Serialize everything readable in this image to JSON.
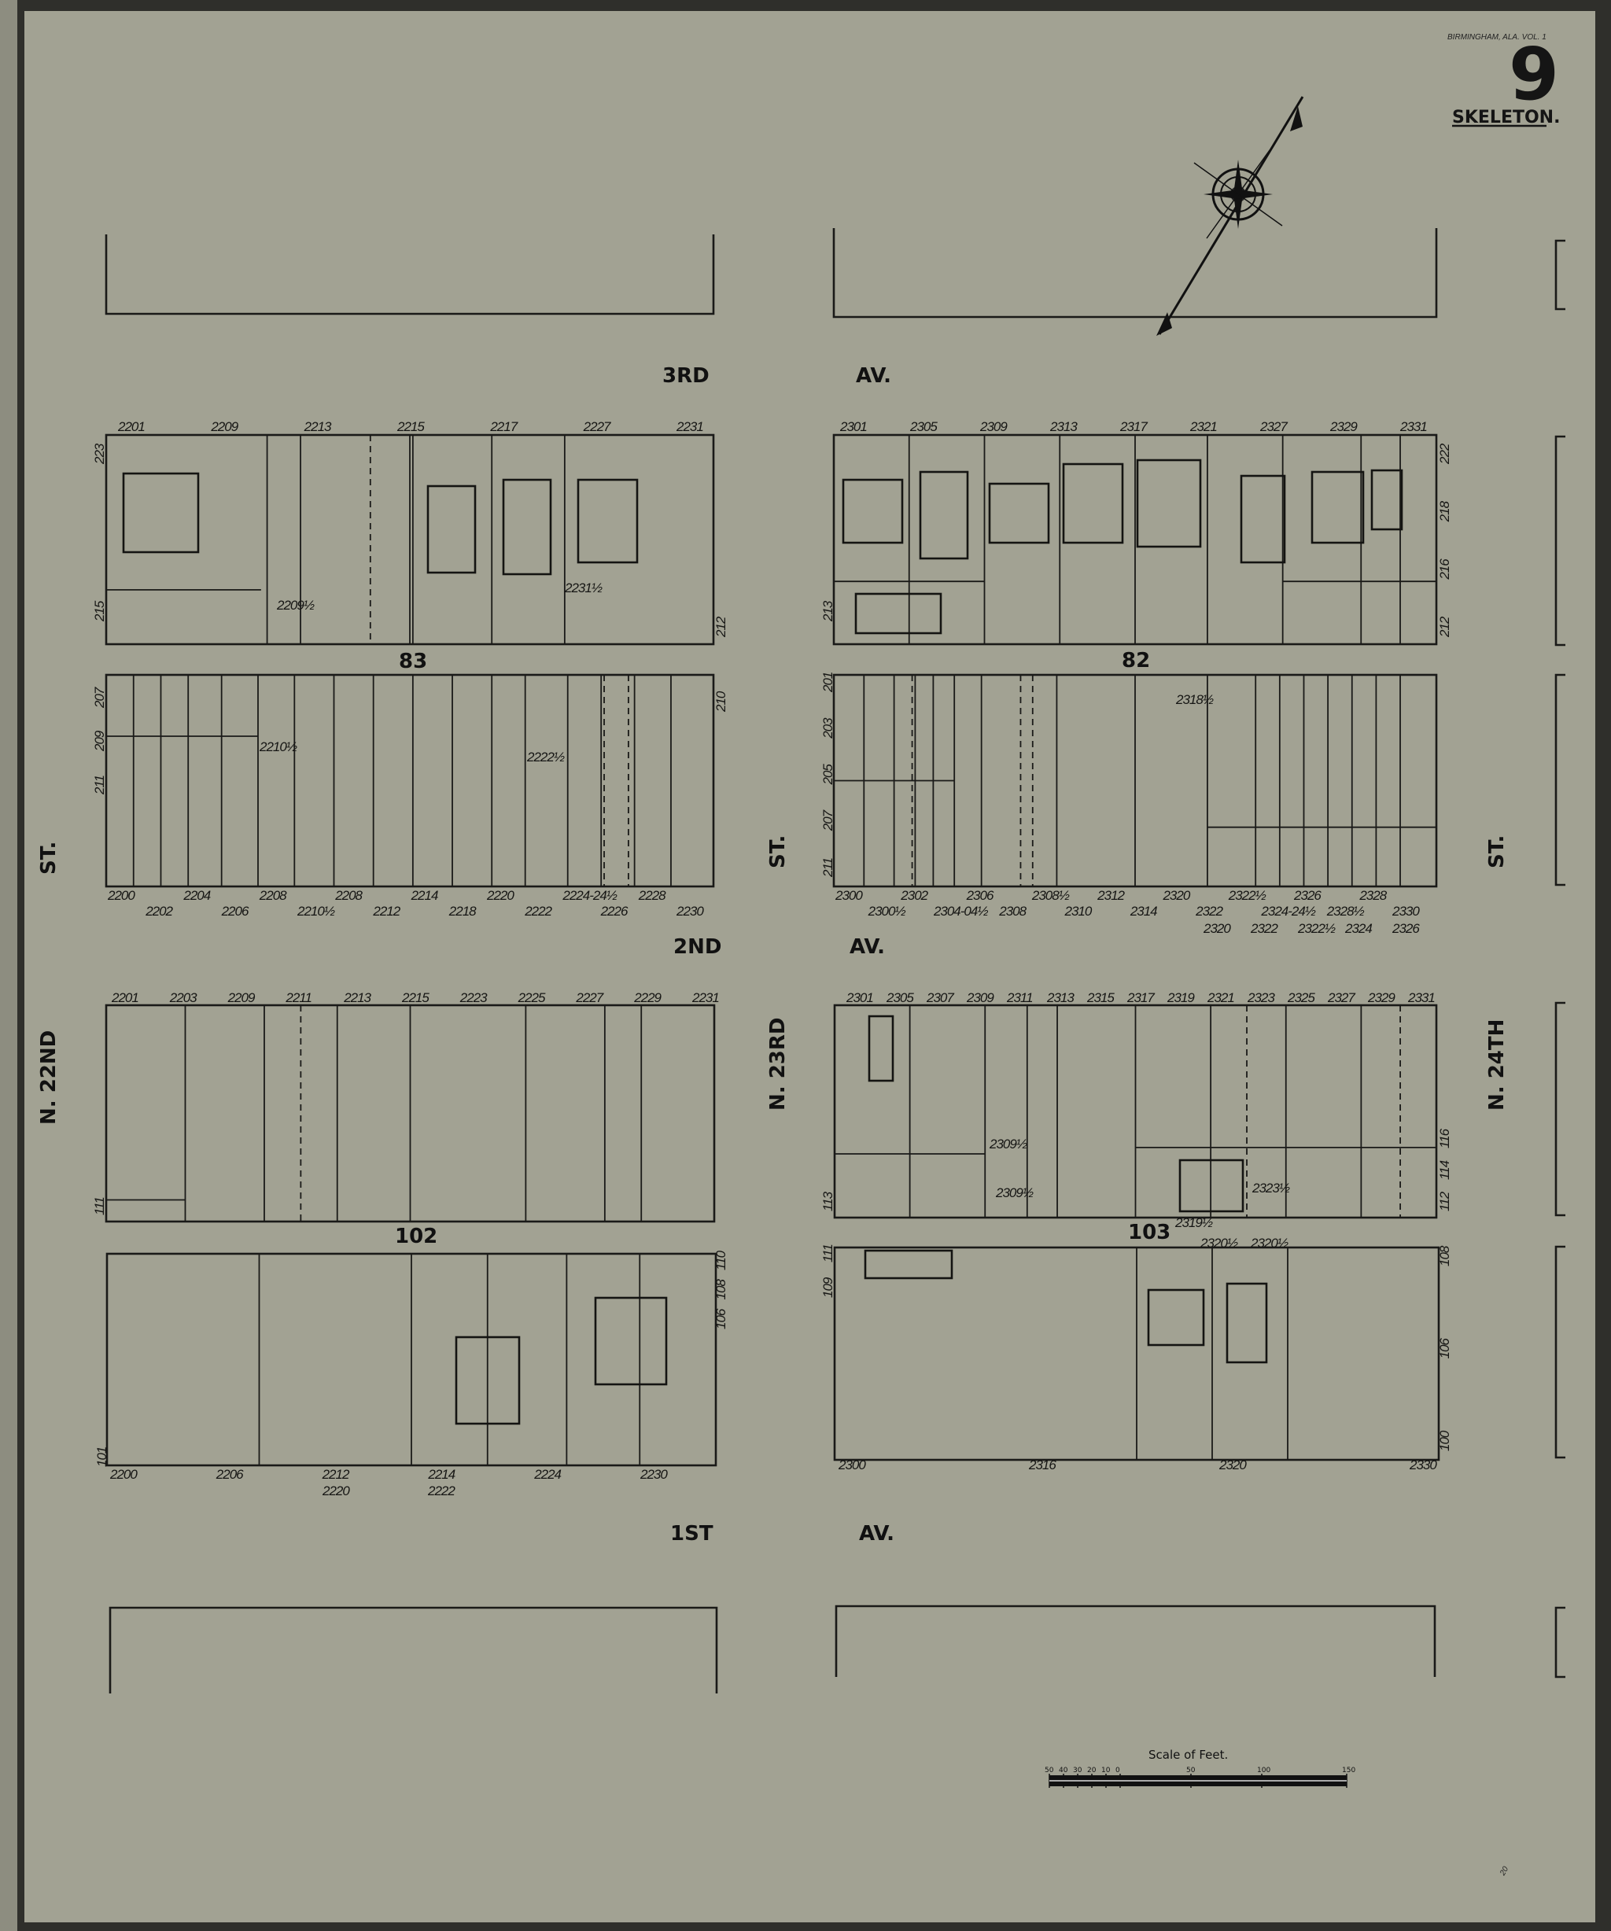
{
  "sheet": {
    "header_note": "BIRMINGHAM, ALA. VOL. 1",
    "sheet_number": "9",
    "sheet_title": "SKELETON.",
    "colors": {
      "paper": "#a2a293",
      "ink": "#1a1a18",
      "frame": "#2f2f2b"
    }
  },
  "streets": {
    "third_av_num": "3RD",
    "third_av_suffix": "AV.",
    "second_av_num": "2ND",
    "second_av_suffix": "AV.",
    "first_av_num": "1ST",
    "first_av_suffix": "AV.",
    "n22_prefix": "N. 22ND",
    "n22_suffix": "ST.",
    "n23_prefix": "N. 23RD",
    "n23_suffix": "ST.",
    "n24_prefix": "N. 24TH",
    "n24_suffix": "ST."
  },
  "blocks": {
    "b83": "83",
    "b82": "82",
    "b102": "102",
    "b103": "103"
  },
  "addresses": {
    "b83n_top": [
      "2201",
      "2209",
      "2213",
      "2215",
      "2217",
      "2227",
      "2231"
    ],
    "b83n_left": [
      "223",
      "215"
    ],
    "b83n_right": [
      "212"
    ],
    "b83n_inner": [
      "2209½",
      "2231½"
    ],
    "b82n_top": [
      "2301",
      "2305",
      "2309",
      "2313",
      "2317",
      "2321",
      "2327",
      "2329",
      "2331"
    ],
    "b82n_left": [
      "213"
    ],
    "b82n_right": [
      "222",
      "218",
      "216",
      "212"
    ],
    "b83s_bottom": [
      "2200",
      "2202",
      "2204",
      "2206",
      "2208",
      "2210½",
      "2208",
      "2212",
      "2214",
      "2218",
      "2220",
      "2222",
      "2224-24½",
      "2226",
      "2228",
      "2230"
    ],
    "b83s_left": [
      "211",
      "209",
      "207"
    ],
    "b83s_right": [
      "210"
    ],
    "b83s_inner": [
      "2210½",
      "2222½"
    ],
    "b82s_bottom": [
      "2300",
      "2300½",
      "2302",
      "2304-04½",
      "2306",
      "2308",
      "2308½",
      "2310",
      "2312",
      "2314",
      "2320",
      "2322",
      "2322½",
      "2324-24½",
      "2326",
      "2328½",
      "2328",
      "2330"
    ],
    "b82s_bottom2": [
      "2320",
      "2322",
      "2322½",
      "2324",
      "2326"
    ],
    "b82s_left": [
      "211",
      "207",
      "205",
      "203",
      "201"
    ],
    "b82s_inner": [
      "2318½"
    ],
    "b102n_top": [
      "2201",
      "2203",
      "2209",
      "2211",
      "2213",
      "2215",
      "2223",
      "2225",
      "2227",
      "2229",
      "2231"
    ],
    "b102n_left": [
      "111"
    ],
    "b103n_top": [
      "2301",
      "2305",
      "2307",
      "2309",
      "2311",
      "2313",
      "2315",
      "2317",
      "2319",
      "2321",
      "2323",
      "2325",
      "2327",
      "2329",
      "2331"
    ],
    "b103n_left": [
      "113"
    ],
    "b103n_right": [
      "116",
      "114",
      "112"
    ],
    "b103n_inner": [
      "2309½",
      "2309½",
      "2323½",
      "2319½"
    ],
    "b102s_bottom": [
      "2200",
      "2206",
      "2212",
      "2214",
      "2224",
      "2230"
    ],
    "b102s_bottom2": [
      "2220",
      "2222"
    ],
    "b102s_left": [
      "101"
    ],
    "b102s_right": [
      "110",
      "108",
      "106"
    ],
    "b103s_bottom": [
      "2300",
      "2316",
      "2320",
      "2330"
    ],
    "b103s_inner": [
      "2320½",
      "2320½"
    ],
    "b103s_left": [
      "109",
      "111"
    ],
    "b103s_right": [
      "108",
      "106",
      "100"
    ]
  },
  "scale_bar": {
    "title": "Scale of Feet.",
    "ticks": [
      "50",
      "40",
      "30",
      "20",
      "10",
      "0",
      "50",
      "100",
      "150"
    ],
    "unit": "feet"
  },
  "compass": {
    "icon": "compass-rose-icon"
  }
}
